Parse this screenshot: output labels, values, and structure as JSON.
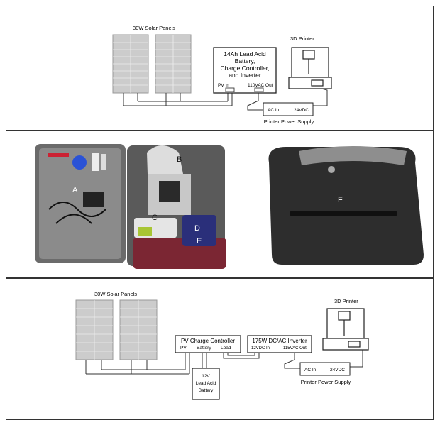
{
  "panel1": {
    "solar_label": "30W Solar Panels",
    "battery_box_lines": [
      "14Ah Lead Acid",
      "Battery,",
      "Charge Controller,",
      "and Inverter"
    ],
    "pv_in": "PV In",
    "ac_out": "110VAC Out",
    "printer_label": "3D Printer",
    "ac_in": "AC In",
    "dc_24": "24VDC",
    "psu_label": "Printer Power Supply"
  },
  "panel2": {
    "letters": [
      "A",
      "B",
      "C",
      "D",
      "E",
      "F"
    ]
  },
  "panel3": {
    "solar_label": "30W Solar Panels",
    "charge_ctrl": "PV Charge Controller",
    "pv": "PV",
    "battery": "Battery",
    "load": "Load",
    "inverter": "175W DC/AC Inverter",
    "in_12": "12VDC In",
    "out_115": "115VAC Out",
    "battery_box_lines": [
      "12V",
      "Lead Acid",
      "Battery"
    ],
    "printer_label": "3D Printer",
    "ac_in": "AC In",
    "dc_24": "24VDC",
    "psu_label": "Printer Power Supply"
  },
  "colors": {
    "border": "#333333",
    "panel_fill": "#c8c8c8",
    "case_fill": "#2a2a2a",
    "suitcase_fill": "#6d6d6d"
  }
}
